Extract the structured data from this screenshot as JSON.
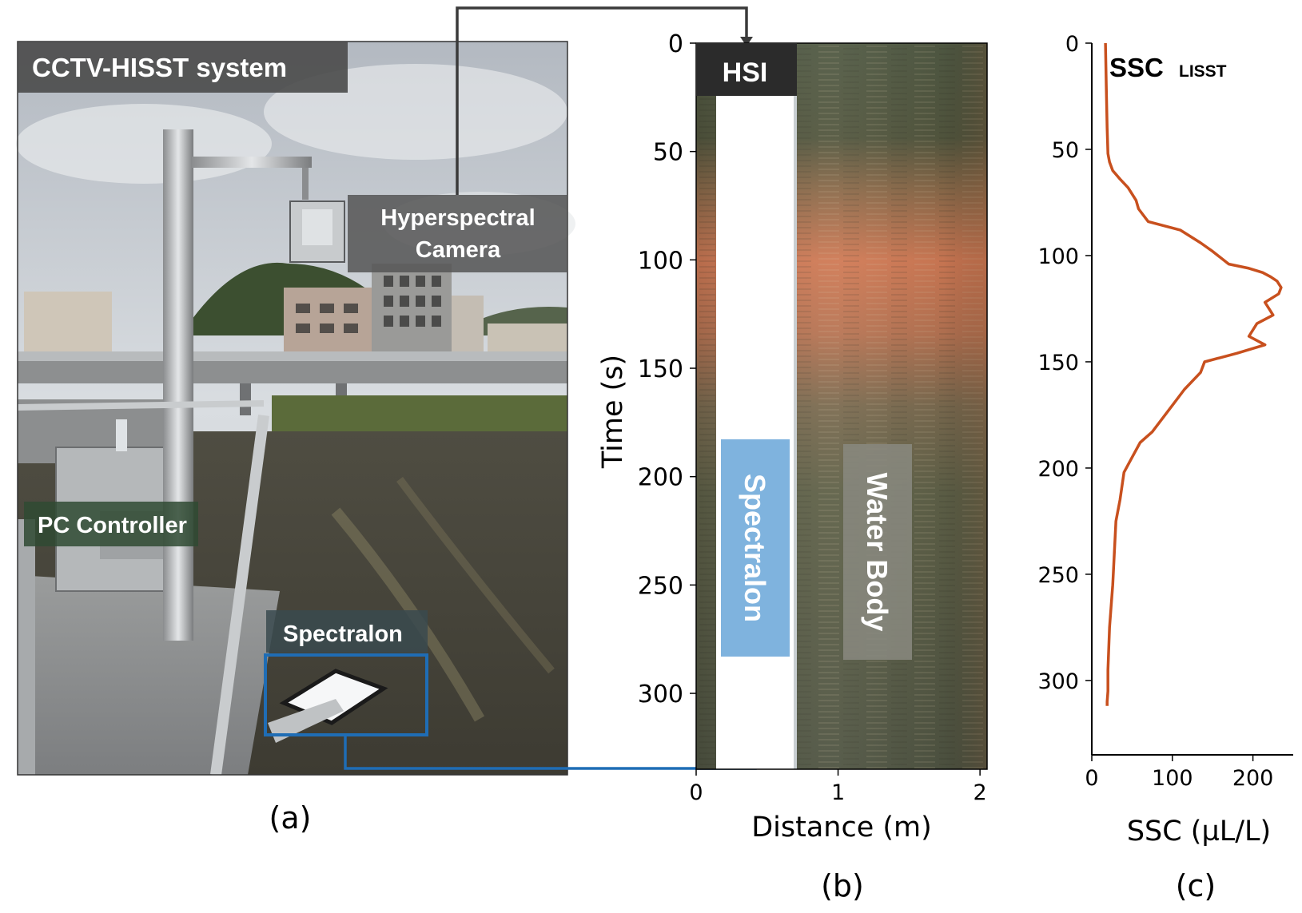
{
  "panel_a": {
    "title": "CCTV-HISST system",
    "camera_label_line1": "Hyperspectral",
    "camera_label_line2": "Camera",
    "controller_label": "PC Controller",
    "spectralon_label": "Spectralon",
    "caption": "(a)"
  },
  "panel_b": {
    "hsi_label": "HSI",
    "spectralon_label": "Spectralon",
    "water_label": "Water Body",
    "caption": "(b)"
  },
  "panel_c": {
    "title_main": "SSC",
    "title_sub": "LISST",
    "caption": "(c)"
  },
  "colors": {
    "line": "#c8501e",
    "connector_dark": "#3a3a3a",
    "connector_blue": "#1f6db5",
    "spectralon_box": "#7fb3de"
  },
  "chart_data": [
    {
      "type": "heatmap",
      "xlabel": "Distance (m)",
      "ylabel": "Time (s)",
      "xlim": [
        0,
        2.05
      ],
      "ylim": [
        335,
        0
      ],
      "xticks": [
        0,
        1,
        2
      ],
      "yticks": [
        0,
        50,
        100,
        150,
        200,
        250,
        300
      ]
    },
    {
      "type": "line",
      "xlabel": "SSC (µL/L)",
      "ylabel": "",
      "xlim": [
        0,
        250
      ],
      "ylim": [
        335,
        0
      ],
      "xticks": [
        0,
        100,
        200
      ],
      "yticks": [
        0,
        50,
        100,
        150,
        200,
        250,
        300
      ],
      "series": [
        {
          "x": [
            17,
            18,
            19,
            20,
            22,
            26,
            35,
            45,
            55,
            58,
            70,
            110,
            135,
            150,
            170,
            195,
            212,
            222,
            230,
            235,
            232,
            215,
            225,
            205,
            195,
            215,
            180,
            140,
            135,
            115,
            95,
            75,
            60,
            50,
            40,
            35,
            30,
            28,
            26,
            24,
            22,
            21,
            20,
            20,
            19,
            19
          ],
          "y": [
            0,
            20,
            40,
            52,
            56,
            60,
            64,
            68,
            74,
            78,
            84,
            88,
            94,
            98,
            104,
            106,
            108,
            110,
            112,
            115,
            118,
            122,
            128,
            132,
            138,
            142,
            146,
            150,
            155,
            163,
            173,
            183,
            188,
            195,
            202,
            215,
            225,
            240,
            255,
            265,
            275,
            285,
            295,
            305,
            310,
            312
          ]
        }
      ]
    }
  ]
}
